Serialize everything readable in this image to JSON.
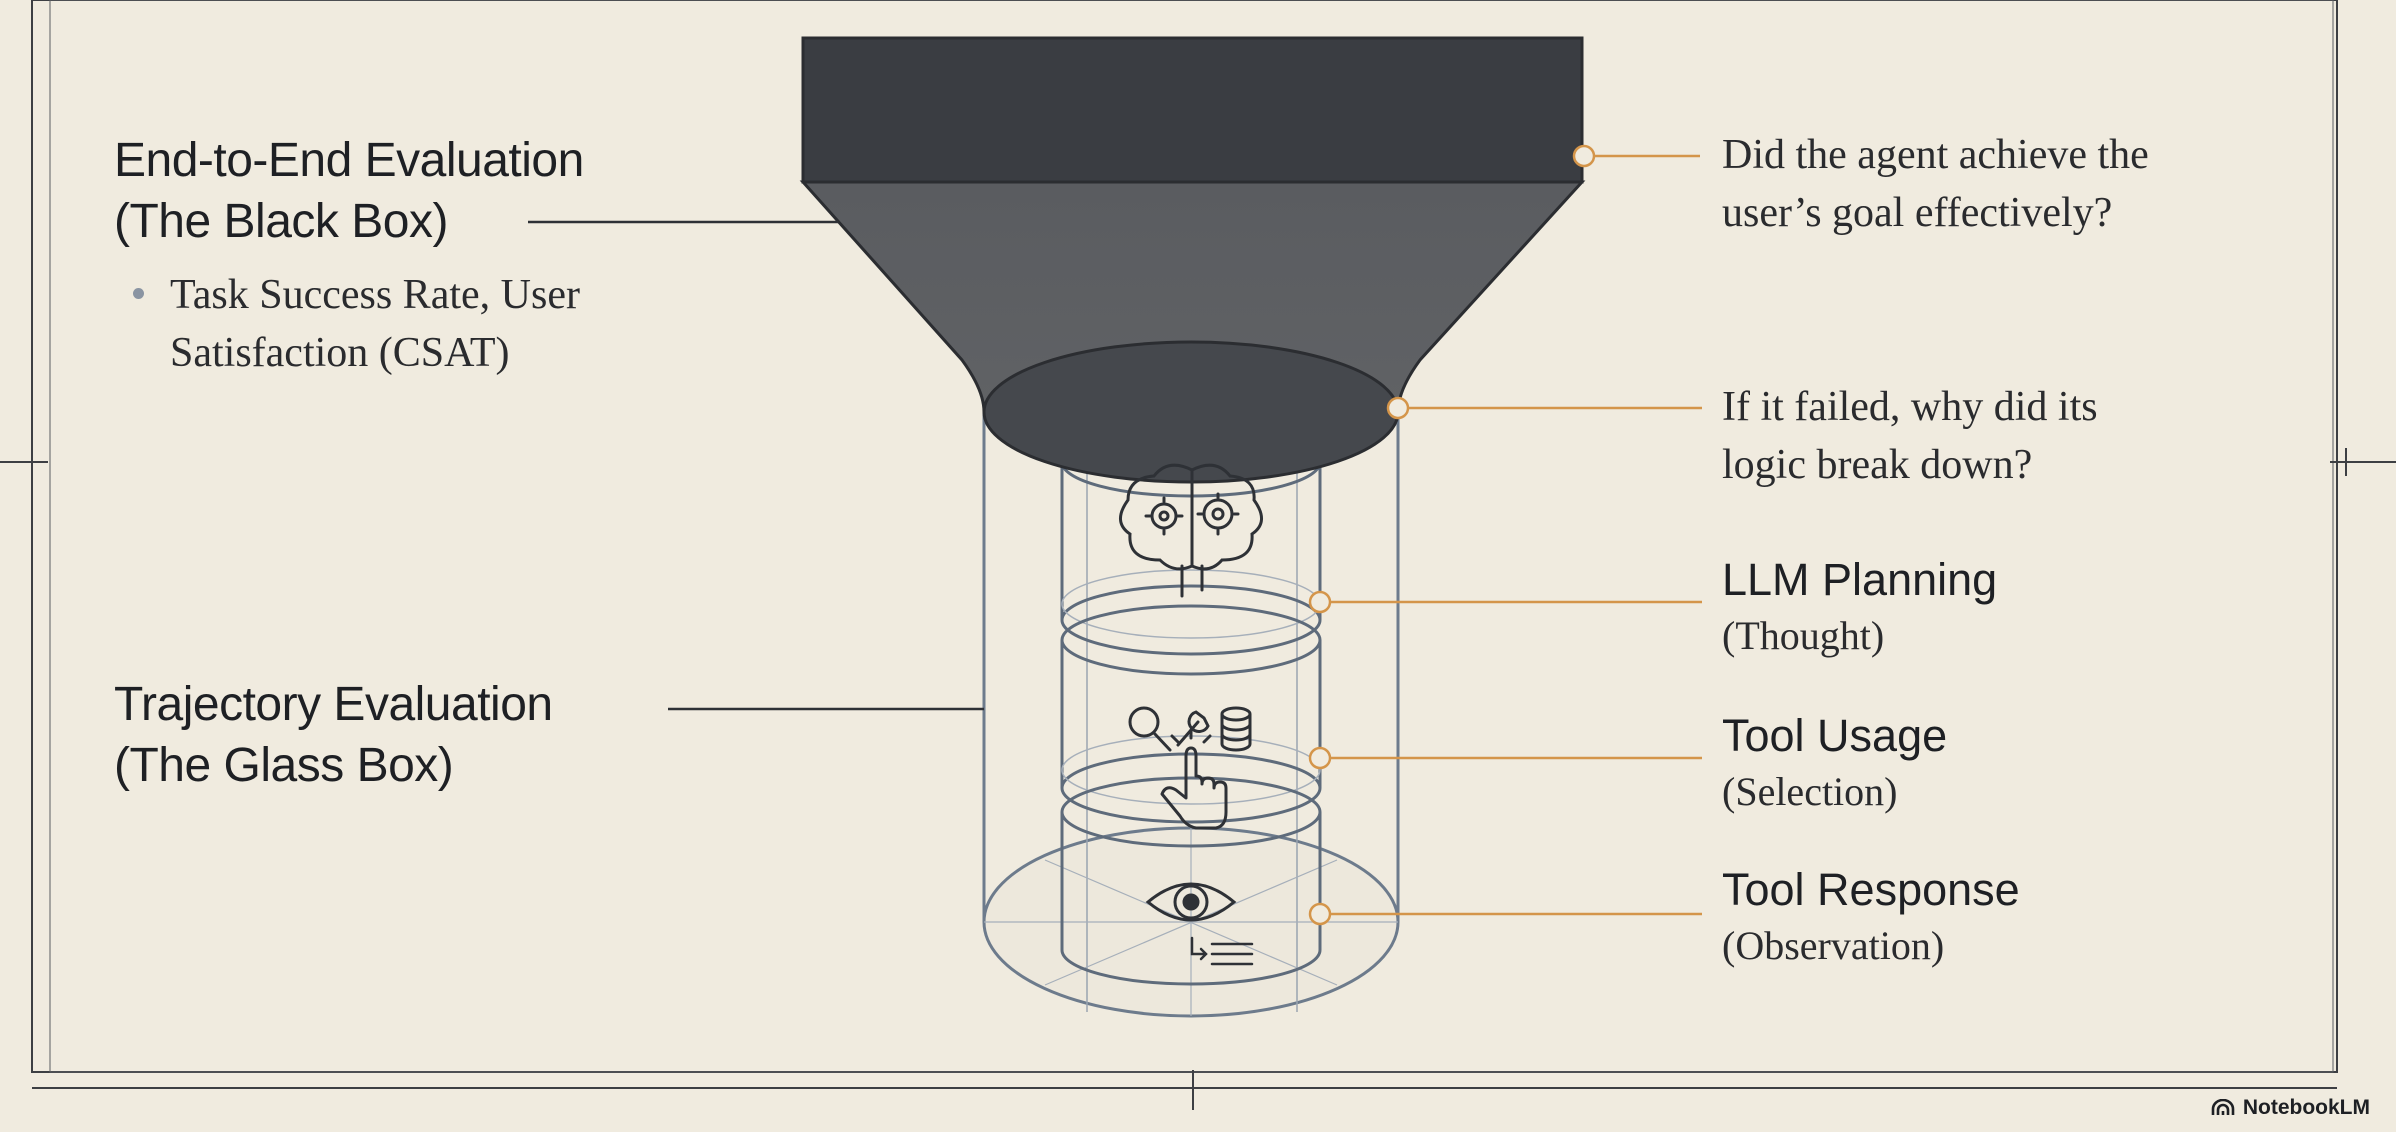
{
  "left": {
    "black_box_title": [
      "End-to-End Evaluation",
      "(The Black Box)"
    ],
    "black_box_bullet": [
      "Task Success Rate, User",
      "Satisfaction (CSAT)"
    ],
    "glass_box_title": [
      "Trajectory Evaluation",
      "(The Glass Box)"
    ]
  },
  "right": {
    "question_goal": [
      "Did the agent achieve the",
      "user’s goal effectively?"
    ],
    "question_fail": [
      "If it failed, why did its",
      "logic break down?"
    ],
    "llm_planning": {
      "title": "LLM Planning",
      "sub": "(Thought)"
    },
    "tool_usage": {
      "title": "Tool Usage",
      "sub": "(Selection)"
    },
    "tool_response": {
      "title": "Tool Response",
      "sub": "(Observation)"
    }
  },
  "icons": [
    "brain-gears-icon",
    "magnifier-icon",
    "wrench-icon",
    "database-icon",
    "pointing-hand-icon",
    "eye-icon",
    "list-arrow-icon"
  ],
  "colors": {
    "connector": "#d4954a",
    "black_box": "#3a3d42",
    "glass": "#6d7b8c",
    "background": "#f0ebdf"
  },
  "brand": "NotebookLM"
}
